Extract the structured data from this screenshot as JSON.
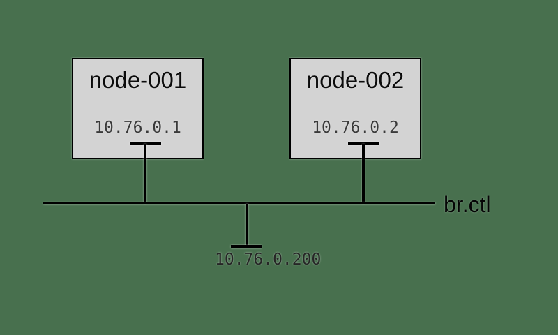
{
  "diagram": {
    "type": "network-topology",
    "background_color": "#48704E",
    "node_fill_color": "#d3d3d3",
    "line_color": "#000000",
    "nodes": [
      {
        "name": "node-001",
        "ip": "10.76.0.1"
      },
      {
        "name": "node-002",
        "ip": "10.76.0.2"
      }
    ],
    "bus": {
      "label": "br.ctl",
      "bridge_ip": "10.76.0.200"
    }
  }
}
